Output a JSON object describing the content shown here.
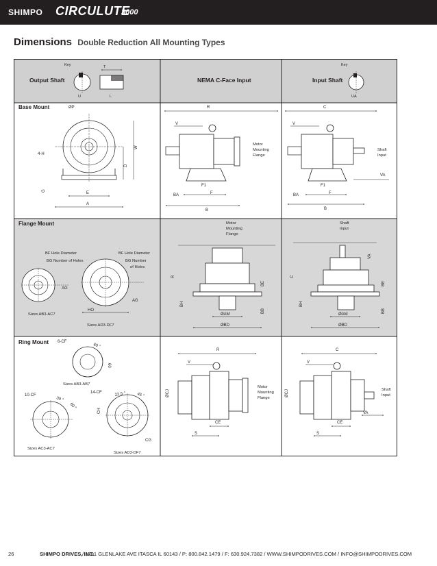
{
  "header": {
    "brand": "SHIMPO",
    "product": "CIRCULUTE",
    "model": "3000"
  },
  "title": {
    "main": "Dimensions",
    "sub": "Double Reduction All Mounting Types"
  },
  "columns": {
    "output_shaft": "Output Shaft",
    "nema": "NEMA C-Face Input",
    "input_shaft": "Input Shaft"
  },
  "rows": {
    "base": "Base Mount",
    "flange": "Flange Mount",
    "ring": "Ring Mount"
  },
  "labels": {
    "key": "Key",
    "T": "T",
    "U": "U",
    "L": "L",
    "UA": "UA",
    "phiP": "ØP",
    "four_H": "4-H",
    "W": "W",
    "D": "D",
    "G": "G",
    "E": "E",
    "A": "A",
    "R": "R",
    "C": "C",
    "V": "V",
    "F1": "F1",
    "F": "F",
    "BA": "BA",
    "B": "B",
    "VA": "VA",
    "motor_mounting_flange": [
      "Motor",
      "Mounting",
      "Flange"
    ],
    "shaft_input": [
      "Shaft",
      "Input"
    ],
    "bf_hole_diameter": "BF Hole Diameter",
    "bg_number_of_holes": "BG Number of Holes",
    "bg_number": "BG Number",
    "of_holes": "of Holes",
    "AG": "AG",
    "HO": "HO",
    "sizes_ab3_ac7": "Sizes AB3-AC7",
    "sizes_ad3_df7": "Sizes AD3-DF7",
    "BH": "BH",
    "BE": "BE",
    "BB": "BB",
    "phiAM": "ØAM",
    "phiBD": "ØBD",
    "six_CF": "6-CF",
    "deg60": "60 °",
    "sixty": "60",
    "sizes_ab3_ab7": "Sizes AB3-AB7",
    "ten_CF": "10-CF",
    "deg30": "30 °",
    "deg60b": "60 °",
    "fourteen_CF": "14-CF",
    "deg22_5": "22.5 °",
    "deg45": "45 °",
    "CH": "CH",
    "CG": "CG",
    "sizes_ac3_ac7": "Sizes AC3-AC7",
    "phiCJ": "ØCJ",
    "CE": "CE",
    "S": "S"
  },
  "footer": {
    "page": "26",
    "company": "SHIMPO DRIVES, INC.",
    "address": "/ 1701 GLENLAKE AVE ITASCA IL 60143 / P: 800.842.1479 / F: 630.924.7382 / WWW.SHIMPODRIVES.COM / INFO@SHIMPODRIVES.COM"
  },
  "colors": {
    "banner": "#231f20",
    "row_header": "#cfcfcf",
    "row_shade": "#d7d7d7",
    "line": "#231f20"
  }
}
